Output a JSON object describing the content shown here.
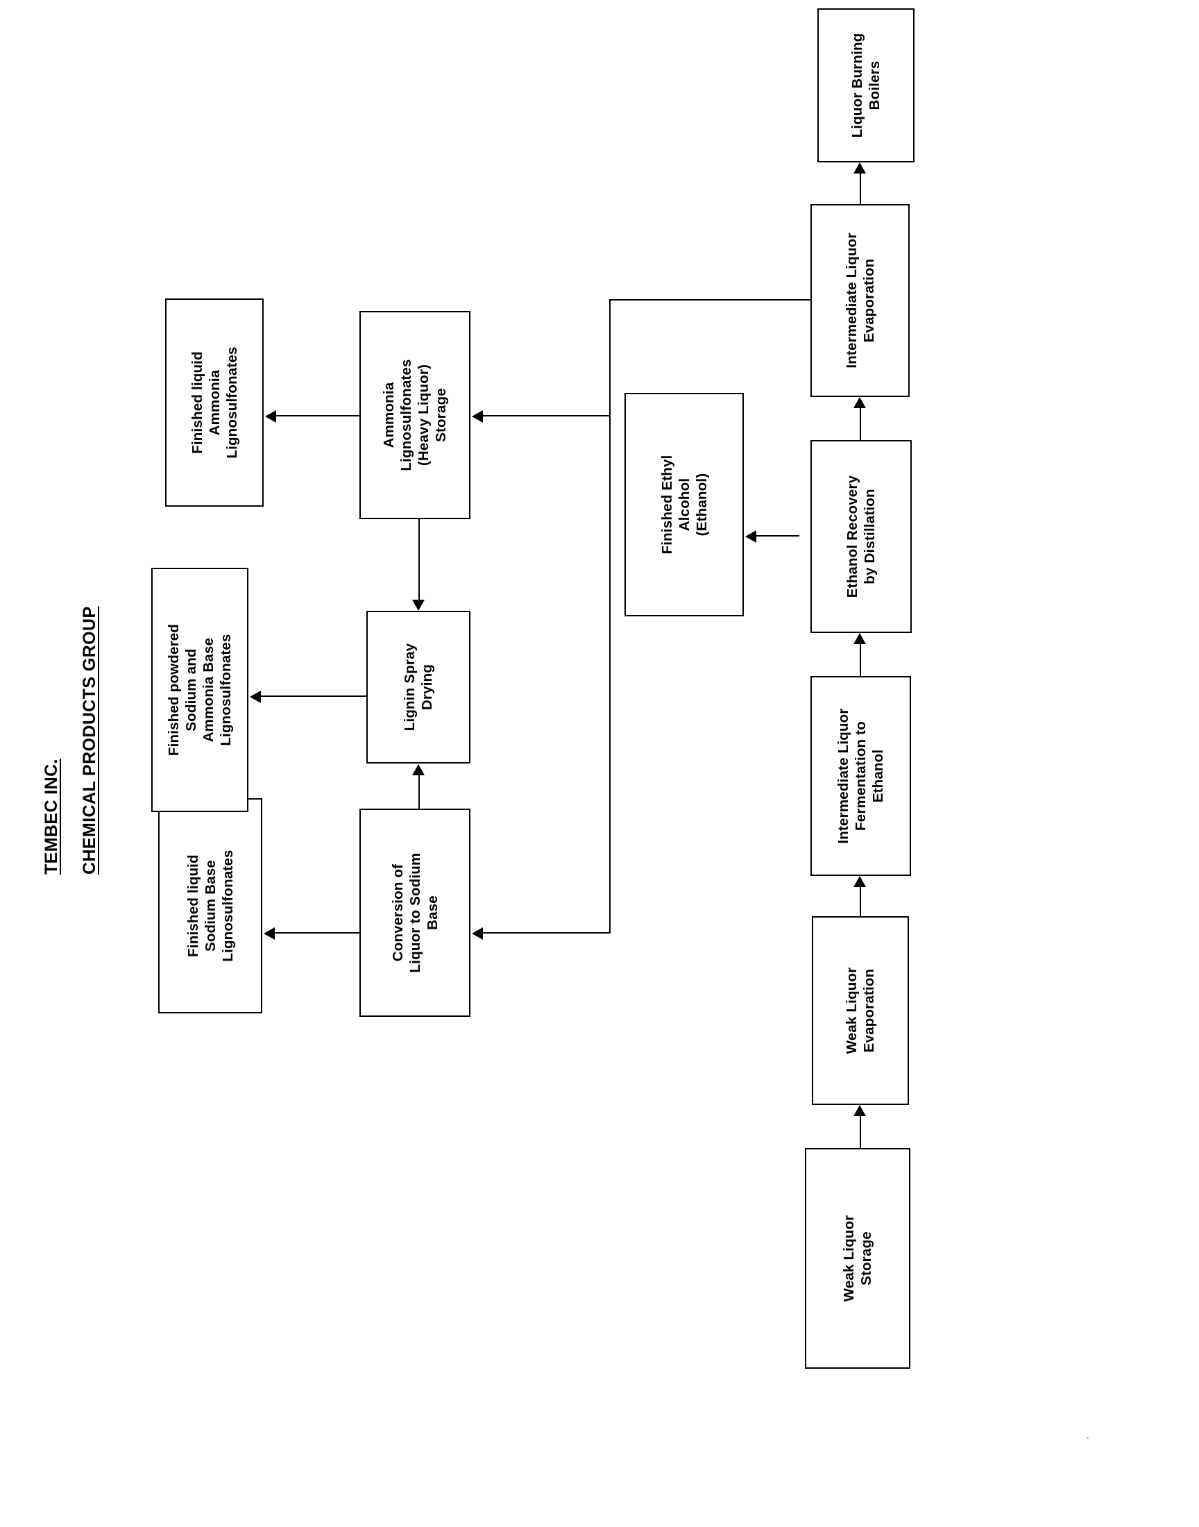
{
  "document": {
    "header": {
      "company": "TEMBEC INC.",
      "division": "CHEMICAL PRODUCTS GROUP"
    }
  },
  "diagram": {
    "type": "process-flow",
    "orientation": "landscape-content-on-portrait-page",
    "nodes": [
      {
        "id": "weak-liquor-storage",
        "label": "Weak Liquor\nStorage"
      },
      {
        "id": "weak-liquor-evaporation",
        "label": "Weak Liquor\nEvaporation"
      },
      {
        "id": "intermediate-liquor-fermentation",
        "label": "Intermediate Liquor\nFermentation to\nEthanol"
      },
      {
        "id": "ethanol-recovery-distillation",
        "label": "Ethanol Recovery\nby Distillation"
      },
      {
        "id": "intermediate-liquor-evaporation",
        "label": "Intermediate Liquor\nEvaporation"
      },
      {
        "id": "liquor-burning-boilers",
        "label": "Liquor Burning\nBoilers"
      },
      {
        "id": "finished-ethyl-alcohol",
        "label": "Finished Ethyl\nAlcohol\n(Ethanol)"
      },
      {
        "id": "conversion-liquor-sodium-base",
        "label": "Conversion of\nLiquor to Sodium\nBase"
      },
      {
        "id": "lignin-spray-drying",
        "label": "Lignin Spray\nDrying"
      },
      {
        "id": "ammonia-lignosulfonates-storage",
        "label": "Ammonia\nLignosulfonates\n(Heavy Liquor)\nStorage"
      },
      {
        "id": "finished-liquid-sodium-base",
        "label": "Finished liquid\nSodium Base\nLignosulfonates"
      },
      {
        "id": "finished-powdered-sodium-ammonia",
        "label": "Finished powdered\nSodium and\nAmmonia Base\nLignosulfonates"
      },
      {
        "id": "finished-liquid-ammonia",
        "label": "Finished liquid\nAmmonia\nLignosulfonates"
      }
    ],
    "edges": [
      {
        "from": "weak-liquor-storage",
        "to": "weak-liquor-evaporation"
      },
      {
        "from": "weak-liquor-evaporation",
        "to": "intermediate-liquor-fermentation"
      },
      {
        "from": "intermediate-liquor-fermentation",
        "to": "ethanol-recovery-distillation"
      },
      {
        "from": "ethanol-recovery-distillation",
        "to": "intermediate-liquor-evaporation"
      },
      {
        "from": "ethanol-recovery-distillation",
        "to": "finished-ethyl-alcohol"
      },
      {
        "from": "intermediate-liquor-evaporation",
        "to": "liquor-burning-boilers"
      },
      {
        "from": "intermediate-liquor-evaporation",
        "to": "conversion-liquor-sodium-base"
      },
      {
        "from": "intermediate-liquor-evaporation",
        "to": "ammonia-lignosulfonates-storage"
      },
      {
        "from": "conversion-liquor-sodium-base",
        "to": "finished-liquid-sodium-base"
      },
      {
        "from": "conversion-liquor-sodium-base",
        "to": "lignin-spray-drying"
      },
      {
        "from": "ammonia-lignosulfonates-storage",
        "to": "lignin-spray-drying"
      },
      {
        "from": "ammonia-lignosulfonates-storage",
        "to": "finished-liquid-ammonia"
      },
      {
        "from": "lignin-spray-drying",
        "to": "finished-powdered-sodium-ammonia"
      }
    ]
  },
  "colors": {
    "ink": "#000000",
    "paper": "#ffffff"
  }
}
